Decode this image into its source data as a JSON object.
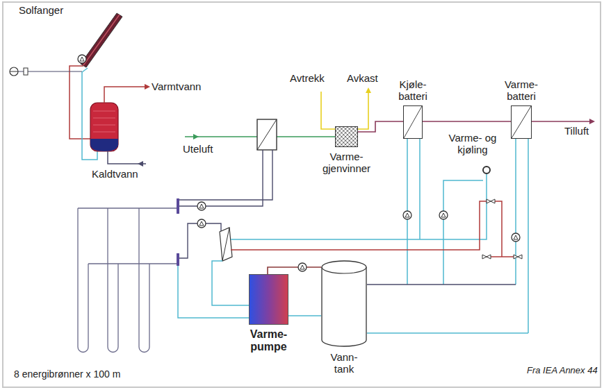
{
  "diagram": {
    "nodes": [
      {
        "text": [
          "Solfanger"
        ]
      },
      {
        "text": [
          "Kjøle- batteri"
        ]
      },
      {
        "text": [
          "Varme- batteri"
        ]
      },
      {
        "text": [
          "Varme- gjenvinner"
        ]
      },
      {
        "text": [
          "Varme- pumpe"
        ]
      },
      {
        "text": [
          "Vann- tank"
        ]
      },
      {
        "text": [
          "8 energibrønner x 100 m"
        ]
      }
    ],
    "edges": [
      {
        "from": 3,
        "to": 1,
        "arrow": "none"
      },
      {
        "from": 1,
        "to": 2,
        "arrow": "none"
      },
      {
        "from": 4,
        "to": 5,
        "arrow": "none"
      },
      {
        "from": 6,
        "to": 4,
        "arrow": "none"
      }
    ],
    "labels": [
      "Varmtvann",
      "Kaldtvann",
      "Uteluft",
      "Avtrekk",
      "Avkast",
      "Tilluft",
      "Varme- og kjøling",
      "Fra IEA Annex 44"
    ]
  }
}
